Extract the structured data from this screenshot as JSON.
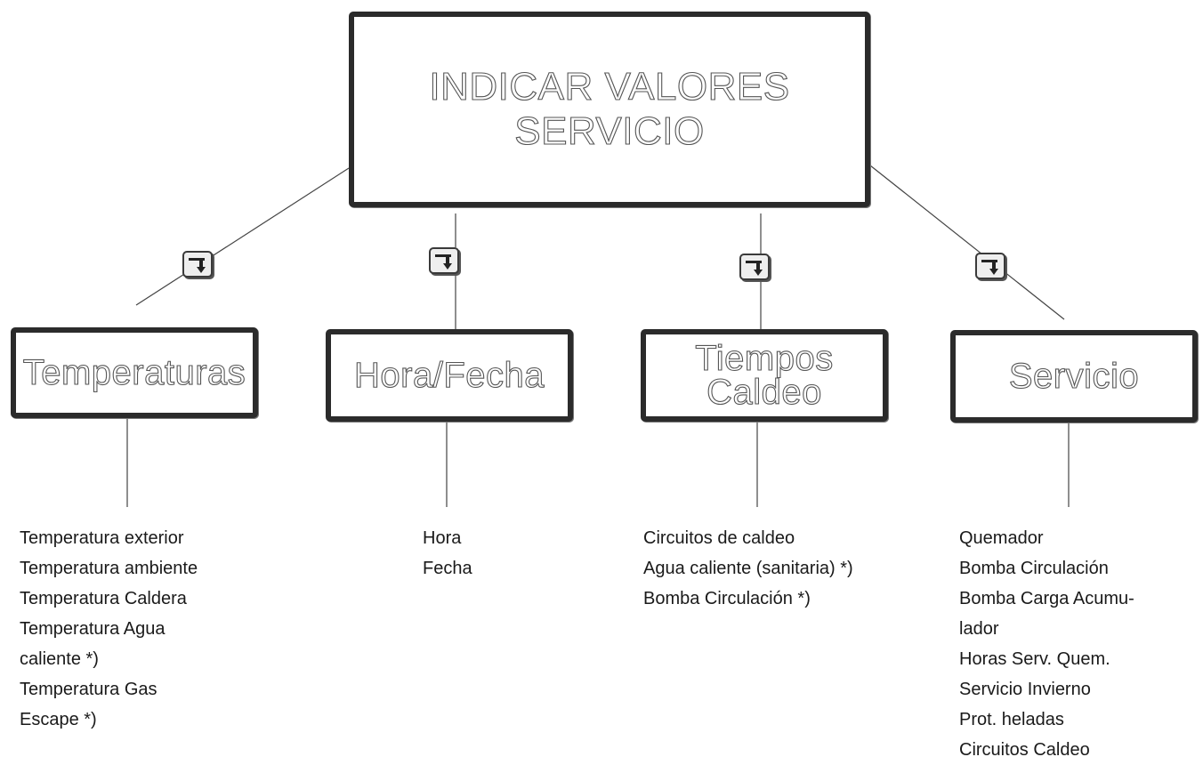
{
  "root": {
    "label": "INDICAR VALORES SERVICIO"
  },
  "categories": [
    {
      "label": "Temperaturas",
      "items": [
        "Temperatura exterior",
        "Temperatura ambiente",
        "Temperatura Caldera",
        "Temperatura Agua",
        "caliente *)",
        "Temperatura Gas",
        "Escape *)"
      ]
    },
    {
      "label": "Hora/Fecha",
      "items": [
        "Hora",
        "Fecha"
      ]
    },
    {
      "label": "Tiempos Caldeo",
      "label_lines": [
        "Tiempos",
        "Caldeo"
      ],
      "items": [
        "Circuitos de caldeo",
        "Agua caliente (sanitaria) *)",
        "Bomba Circulación *)"
      ]
    },
    {
      "label": "Servicio",
      "items": [
        "Quemador",
        "Bomba Circulación",
        "Bomba Carga Acumu-",
        "lador",
        "Horas Serv. Quem.",
        "Servicio Invierno",
        "Prot. heladas",
        "Circuitos Caldeo"
      ]
    }
  ],
  "icons": {
    "step_key": "arrow-down-key-icon"
  },
  "colors": {
    "border": "#2b2b2b",
    "line": "#444444",
    "text": "#1a1a1a"
  }
}
